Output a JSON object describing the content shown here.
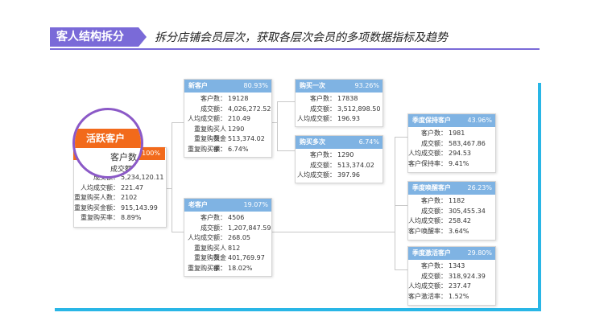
{
  "header": {
    "badge": "客人结构拆分",
    "subtitle": "拆分店铺会员层次，获取各层次会员的多项数据指标及趋势"
  },
  "active": {
    "title": "活跃客户",
    "pct": "100%",
    "magnified_lines": [
      "客户数",
      "成交额 34"
    ],
    "rows": [
      {
        "label": "成交额：",
        "value": "5,234,120.11"
      },
      {
        "label": "人均成交额：",
        "value": "221.47"
      },
      {
        "label": "重复购买人数：",
        "value": "2102"
      },
      {
        "label": "重复购买金额：",
        "value": "915,143.99"
      },
      {
        "label": "重复购买率：",
        "value": "8.89%"
      }
    ]
  },
  "new_customer": {
    "title": "新客户",
    "pct": "80.93%",
    "rows": [
      {
        "label": "客户数：",
        "value": "19128"
      },
      {
        "label": "成交额：",
        "value": "4,026,272.52"
      },
      {
        "label": "人均成交额：",
        "value": "210.49"
      },
      {
        "label": "重复购买人数：",
        "value": "1290"
      },
      {
        "label": "重复购买金额：",
        "value": "513,374.02"
      },
      {
        "label": "重复购买率：",
        "value": "6.74%"
      }
    ]
  },
  "old_customer": {
    "title": "老客户",
    "pct": "19.07%",
    "rows": [
      {
        "label": "客户数：",
        "value": "4506"
      },
      {
        "label": "成交额：",
        "value": "1,207,847.59"
      },
      {
        "label": "人均成交额：",
        "value": "268.05"
      },
      {
        "label": "重复购买人数：",
        "value": "812"
      },
      {
        "label": "重复购买金额：",
        "value": "401,769.97"
      },
      {
        "label": "重复购买率：",
        "value": "18.02%"
      }
    ]
  },
  "buy_once": {
    "title": "购买一次",
    "pct": "93.26%",
    "rows": [
      {
        "label": "客户数：",
        "value": "17838"
      },
      {
        "label": "成交额：",
        "value": "3,512,898.50"
      },
      {
        "label": "人均成交额：",
        "value": "196.93"
      }
    ]
  },
  "buy_multi": {
    "title": "购买多次",
    "pct": "6.74%",
    "rows": [
      {
        "label": "客户数：",
        "value": "1290"
      },
      {
        "label": "成交额：",
        "value": "513,374.02"
      },
      {
        "label": "人均成交额：",
        "value": "397.96"
      }
    ]
  },
  "retain": {
    "title": "季度保持客户",
    "pct": "43.96%",
    "rows": [
      {
        "label": "客户数：",
        "value": "1981"
      },
      {
        "label": "成交额：",
        "value": "583,467.86"
      },
      {
        "label": "人均成交额：",
        "value": "294.53"
      },
      {
        "label": "客户保持率：",
        "value": "9.41%"
      }
    ]
  },
  "wake": {
    "title": "季度唤醒客户",
    "pct": "26.23%",
    "rows": [
      {
        "label": "客户数：",
        "value": "1182"
      },
      {
        "label": "成交额：",
        "value": "305,455.34"
      },
      {
        "label": "人均成交额：",
        "value": "258.42"
      },
      {
        "label": "客户唤醒率：",
        "value": "3.64%"
      }
    ]
  },
  "activate": {
    "title": "季度激活客户",
    "pct": "29.80%",
    "rows": [
      {
        "label": "客户数：",
        "value": "1343"
      },
      {
        "label": "成交额：",
        "value": "318,924.39"
      },
      {
        "label": "人均成交额：",
        "value": "237.47"
      },
      {
        "label": "客户激活率：",
        "value": "1.52%"
      }
    ]
  }
}
